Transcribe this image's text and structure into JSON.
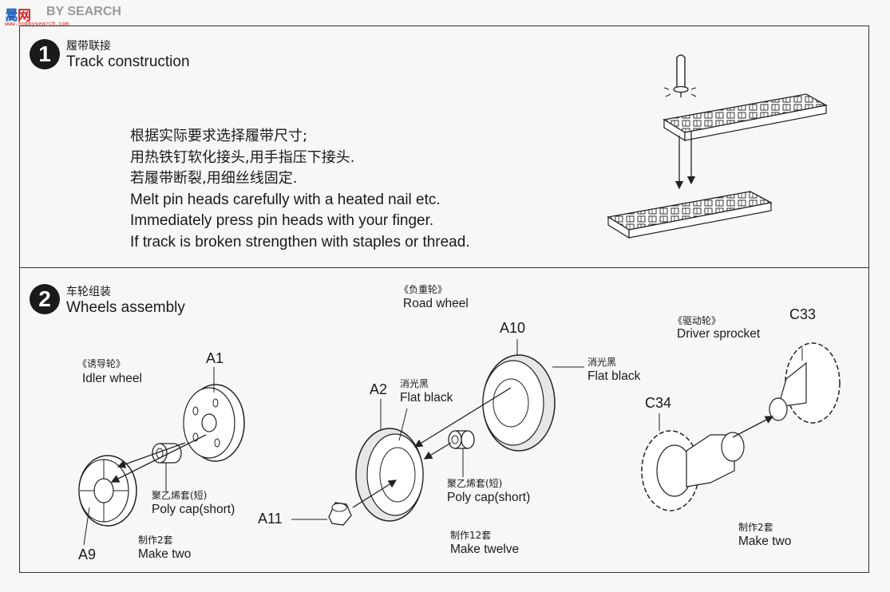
{
  "watermark": {
    "brand_cn_1": "暠",
    "brand_cn_2": "网",
    "brand_en": "BY SEARCH",
    "url": "www.hobbysearch.com"
  },
  "step1": {
    "number": "1",
    "title_cn": "履带联接",
    "title_en": "Track construction",
    "instructions": [
      "根据实际要求选择履带尺寸;",
      "用热铁钉软化接头,用手指压下接头.",
      "若履带断裂,用细丝线固定.",
      "Melt pin heads carefully with a heated nail etc.",
      "Immediately press pin heads with your finger.",
      "If track is broken strengthen with staples or thread."
    ]
  },
  "step2": {
    "number": "2",
    "title_cn": "车轮组装",
    "title_en": "Wheels assembly",
    "idler": {
      "label_cn": "《诱导轮》",
      "label_en": "Idler wheel",
      "part_outer": "A1",
      "part_inner": "A9",
      "polycap_cn": "聚乙烯套(短)",
      "polycap_en": "Poly cap(short)",
      "qty_cn": "制作2套",
      "qty_en": "Make two"
    },
    "road": {
      "label_cn": "《负重轮》",
      "label_en": "Road wheel",
      "part_outer": "A10",
      "part_inner": "A2",
      "part_hub": "A11",
      "paint1_cn": "消光黑",
      "paint1_en": "Flat black",
      "paint2_cn": "消光黑",
      "paint2_en": "Flat black",
      "polycap_cn": "聚乙烯套(短)",
      "polycap_en": "Poly cap(short)",
      "qty_cn": "制作12套",
      "qty_en": "Make twelve"
    },
    "driver": {
      "label_cn": "《驱动轮》",
      "label_en": "Driver sprocket",
      "part_outer": "C33",
      "part_inner": "C34",
      "qty_cn": "制作2套",
      "qty_en": "Make two"
    }
  }
}
